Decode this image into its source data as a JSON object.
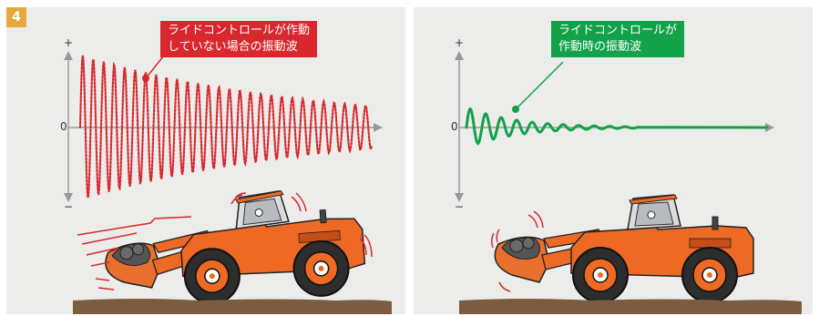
{
  "figure_number": "4",
  "left_panel": {
    "callout_line1": "ライドコントロールが作動",
    "callout_line2": "していない場合の振動波",
    "axis_plus": "+",
    "axis_zero": "0",
    "axis_minus": "−",
    "wave_color": "#d8282e"
  },
  "right_panel": {
    "callout_line1": "ライドコントロールが",
    "callout_line2": "作動時の振動波",
    "axis_plus": "+",
    "axis_zero": "0",
    "axis_minus": "−",
    "wave_color": "#12a24a"
  },
  "colors": {
    "badge": "#e3a93a",
    "machine": "#ee6a24",
    "ground": "#7b5c3e",
    "panel": "#ececea"
  }
}
